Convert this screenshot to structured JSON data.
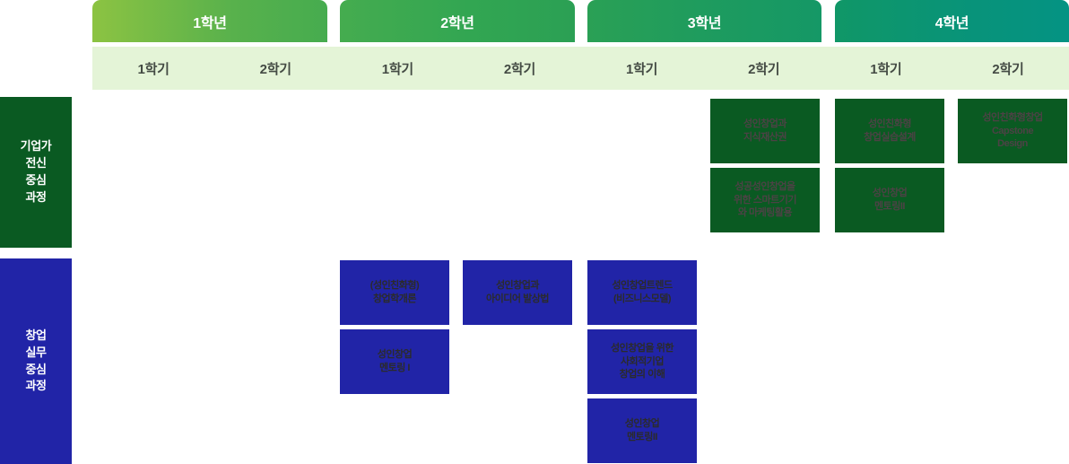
{
  "colors": {
    "year1": "#8cc342",
    "year2": "#45ac4f",
    "year3": "#2aa055",
    "year4": "#049383",
    "semester_strip": "#e4f4d7",
    "track_green": "#0a5a22",
    "track_blue": "#2124a7"
  },
  "header": {
    "years": [
      {
        "label": "1학년"
      },
      {
        "label": "2학년"
      },
      {
        "label": "3학년"
      },
      {
        "label": "4학년"
      }
    ],
    "semesters": [
      {
        "label": "1학기"
      },
      {
        "label": "2학기"
      },
      {
        "label": "1학기"
      },
      {
        "label": "2학기"
      },
      {
        "label": "1학기"
      },
      {
        "label": "2학기"
      },
      {
        "label": "1학기"
      },
      {
        "label": "2학기"
      }
    ]
  },
  "tracks": [
    {
      "id": "entrepreneur-mindset",
      "lines": [
        "기업가",
        "전신",
        "중심",
        "과정"
      ],
      "courses": [
        {
          "title": "성인창업과\n지식재산권",
          "column": 6,
          "row": 1
        },
        {
          "title": "성공성인창업을\n위한 스마트기기\n와 마케팅활용",
          "column": 6,
          "row": 2
        },
        {
          "title": "성인친화형\n창업실습설계",
          "column": 7,
          "row": 1
        },
        {
          "title": "성인창업\n멘토링II",
          "column": 7,
          "row": 2
        },
        {
          "title": "성인친화형창업\nCapstone\nDesign",
          "column": 8,
          "row": 1
        }
      ]
    },
    {
      "id": "startup-practice",
      "lines": [
        "창업",
        "실무",
        "중심",
        "과정"
      ],
      "courses": [
        {
          "title": "(성인친화형)\n창업학개론",
          "column": 3,
          "row": 1
        },
        {
          "title": "성인창업\n멘토링 I",
          "column": 3,
          "row": 2
        },
        {
          "title": "성인창업과\n아이디어 발상법",
          "column": 4,
          "row": 1
        },
        {
          "title": "성인창업트렌드\n(비즈니스모델)",
          "column": 5,
          "row": 1
        },
        {
          "title": "성인창업을 위한\n사회적기업\n창업의 이해",
          "column": 5,
          "row": 2
        },
        {
          "title": "성인창업\n멘토링II",
          "column": 5,
          "row": 3
        }
      ]
    }
  ]
}
